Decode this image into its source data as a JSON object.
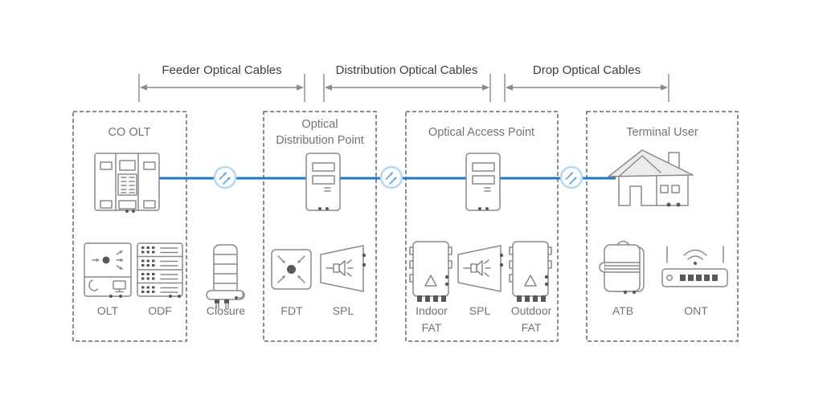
{
  "diagram": {
    "cable_spans": [
      {
        "label": "Feeder Optical Cables"
      },
      {
        "label": "Distribution Optical Cables"
      },
      {
        "label": "Drop Optical Cables"
      }
    ],
    "sections": [
      {
        "title": "CO OLT",
        "devices": [
          {
            "label": "OLT"
          },
          {
            "label": "ODF"
          }
        ]
      },
      {
        "title": "Optical\nDistribution Point",
        "devices": [
          {
            "label": "FDT"
          },
          {
            "label": "SPL"
          }
        ]
      },
      {
        "title": "Optical Access Point",
        "devices": [
          {
            "label": "Indoor\nFAT"
          },
          {
            "label": "SPL"
          },
          {
            "label": "Outdoor\nFAT"
          }
        ]
      },
      {
        "title": "Terminal User",
        "devices": [
          {
            "label": "ATB"
          },
          {
            "label": "ONT"
          }
        ]
      }
    ],
    "standalone_devices": [
      {
        "label": "Closure"
      }
    ],
    "icons": [
      "olt-cabinet-icon",
      "street-cabinet-icon",
      "house-icon",
      "fiber-splice-icon",
      "olt-icon",
      "odf-icon",
      "closure-icon",
      "fdt-icon",
      "splitter-icon",
      "fat-icon",
      "atb-icon",
      "ont-router-icon",
      "wifi-icon",
      "dimension-arrow"
    ],
    "colors": {
      "fiber_line": "#1b79c7",
      "connector_ring": "#b5d9f2",
      "connector_arrow": "#67a9dc",
      "icon_stroke": "#8a8a8a",
      "box_border": "#4d4d4d",
      "heading_text": "#3d3d3d",
      "label_text": "#737373"
    }
  }
}
